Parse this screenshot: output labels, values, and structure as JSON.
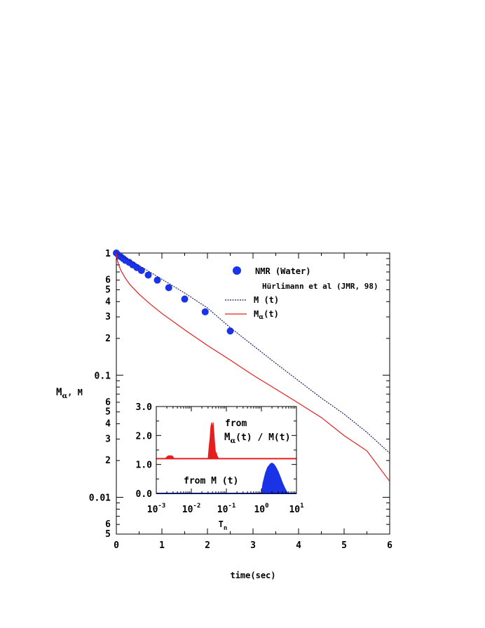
{
  "chart_data": [
    {
      "type": "line",
      "x_axis": {
        "label": "time(sec)",
        "range": [
          0,
          6
        ],
        "ticks": [
          "0",
          "1",
          "2",
          "3",
          "4",
          "5",
          "6"
        ]
      },
      "y_axis": {
        "label_main": "M",
        "label_sub": "α",
        "label_rest": ", M",
        "scale": "log",
        "range": [
          0.005,
          1
        ],
        "major_ticks": [
          {
            "v": 1,
            "t": "1"
          },
          {
            "v": 0.1,
            "t": "0.1"
          },
          {
            "v": 0.01,
            "t": "0.01"
          }
        ],
        "minor_ticks": [
          {
            "v": 0.6,
            "t": "6"
          },
          {
            "v": 0.5,
            "t": "5"
          },
          {
            "v": 0.4,
            "t": "4"
          },
          {
            "v": 0.3,
            "t": "3"
          },
          {
            "v": 0.2,
            "t": "2"
          },
          {
            "v": 0.06,
            "t": "6"
          },
          {
            "v": 0.05,
            "t": "5"
          },
          {
            "v": 0.04,
            "t": "4"
          },
          {
            "v": 0.03,
            "t": "3"
          },
          {
            "v": 0.02,
            "t": "2"
          },
          {
            "v": 0.006,
            "t": "6"
          },
          {
            "v": 0.005,
            "t": "5"
          }
        ]
      },
      "legend": {
        "placement": "top-right",
        "nmr": "NMR (Water)",
        "citation": "Hürlimann et al (JMR, 98)",
        "m_label": "M (t)",
        "malpha_main": "M",
        "malpha_sub": "α",
        "malpha_rest": "(t)"
      },
      "series": [
        {
          "name": "NMR (Water)",
          "kind": "scatter",
          "color": "#1a33e6",
          "x": [
            0,
            0.05,
            0.1,
            0.15,
            0.2,
            0.28,
            0.36,
            0.45,
            0.55,
            0.7,
            0.9,
            1.15,
            1.5,
            1.95,
            2.5
          ],
          "y": [
            1.0,
            0.96,
            0.93,
            0.9,
            0.87,
            0.84,
            0.8,
            0.76,
            0.72,
            0.66,
            0.6,
            0.52,
            0.42,
            0.33,
            0.23
          ]
        },
        {
          "name": "M (t)",
          "kind": "dotted",
          "color": "#1a1a6e",
          "x": [
            0,
            0.25,
            0.5,
            1.0,
            1.5,
            2.0,
            2.5,
            3.0,
            3.5,
            4.0,
            4.5,
            5.0,
            5.5,
            6.0
          ],
          "y": [
            1.0,
            0.89,
            0.79,
            0.61,
            0.47,
            0.355,
            0.245,
            0.175,
            0.125,
            0.09,
            0.065,
            0.048,
            0.034,
            0.023
          ]
        },
        {
          "name": "Mα(t)",
          "kind": "solid",
          "color": "#e61e1e",
          "x": [
            0,
            0.02,
            0.05,
            0.1,
            0.2,
            0.3,
            0.5,
            0.75,
            1.0,
            1.5,
            2.0,
            2.5,
            3.0,
            3.5,
            4.0,
            4.5,
            5.0,
            5.5,
            6.0
          ],
          "y": [
            1.0,
            0.88,
            0.8,
            0.72,
            0.62,
            0.55,
            0.46,
            0.38,
            0.32,
            0.235,
            0.175,
            0.133,
            0.1,
            0.077,
            0.059,
            0.045,
            0.032,
            0.024,
            0.0135
          ]
        }
      ]
    },
    {
      "type": "area",
      "x_axis": {
        "label_main": "T",
        "label_sub": "n",
        "scale": "log",
        "range": [
          0.001,
          10
        ],
        "ticks": [
          {
            "v": 0.001,
            "b": "10",
            "e": "-3"
          },
          {
            "v": 0.01,
            "b": "10",
            "e": "-2"
          },
          {
            "v": 0.1,
            "b": "10",
            "e": "-1"
          },
          {
            "v": 1,
            "b": "10",
            "e": "0"
          },
          {
            "v": 10,
            "b": "10",
            "e": "1"
          }
        ]
      },
      "y_axis": {
        "range": [
          0,
          3
        ],
        "ticks": [
          "0.0",
          "1.0",
          "2.0",
          "3.0"
        ]
      },
      "annotations": {
        "from": "from",
        "malpha_main": "M",
        "malpha_sub": "α",
        "malpha_rest": "(t) / M(t)",
        "from_m": "from M (t)"
      },
      "series": [
        {
          "name": "from Mα(t) / M(t)",
          "color": "#e61e1e",
          "baseline": 1.2,
          "x": [
            0.0007,
            0.0018,
            0.002,
            0.0022,
            0.0025,
            0.0028,
            0.003,
            0.0032,
            0.0035,
            0.03,
            0.032,
            0.034,
            0.036,
            0.038,
            0.04,
            0.042,
            0.044,
            0.046,
            0.048,
            0.05,
            0.052,
            0.054,
            0.057,
            0.06,
            6.0
          ],
          "y": [
            1.2,
            1.2,
            1.26,
            1.3,
            1.3,
            1.3,
            1.26,
            1.2,
            1.2,
            1.2,
            1.6,
            1.9,
            2.3,
            2.45,
            2.25,
            2.45,
            2.1,
            1.8,
            1.5,
            1.35,
            1.4,
            1.3,
            1.25,
            1.2,
            1.2
          ]
        },
        {
          "name": "from M (t)",
          "color": "#1a33e6",
          "baseline": 0,
          "x": [
            0.0007,
            1.0,
            1.1,
            1.3,
            1.5,
            1.8,
            2.0,
            2.3,
            2.6,
            3.0,
            3.5,
            4.0,
            4.6,
            5.2,
            6.0
          ],
          "y": [
            0,
            0,
            0.35,
            0.7,
            0.9,
            1.02,
            1.05,
            1.0,
            0.9,
            0.75,
            0.55,
            0.36,
            0.2,
            0.07,
            0
          ]
        }
      ]
    }
  ]
}
